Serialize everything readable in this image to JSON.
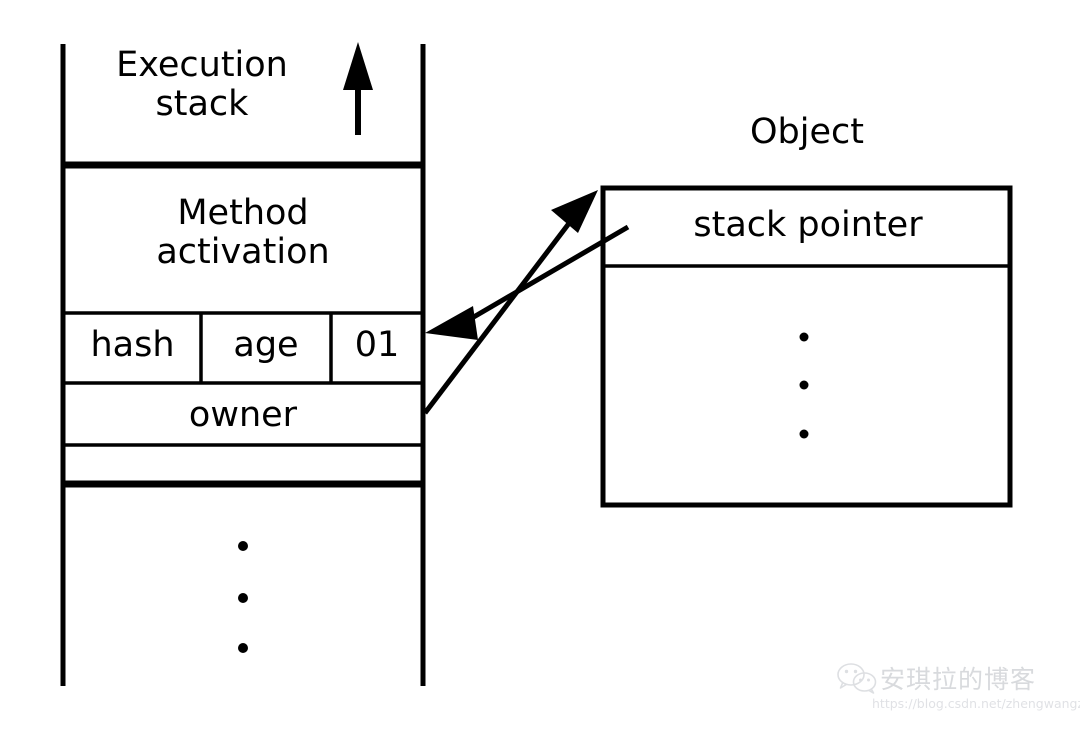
{
  "diagram": {
    "title": "Execution stack and Object with stack pointer",
    "stroke_color": "#000000",
    "background_color": "#ffffff"
  },
  "execution_stack": {
    "title": "Execution\nstack",
    "direction_arrow": "up-arrow-icon",
    "frame": {
      "name_label": "Method\nactivation",
      "fields_row": [
        {
          "label": "hash"
        },
        {
          "label": "age"
        },
        {
          "label": "01"
        }
      ],
      "owner_slot": "owner",
      "empty_slot": ""
    },
    "continuation_dots": "vertical-ellipsis"
  },
  "object": {
    "title": "Object",
    "header_field": "stack pointer",
    "body_dots": "vertical-ellipsis"
  },
  "arrows": [
    {
      "name": "object-to-frame-arrow",
      "from": "stack pointer field",
      "to": "method activation frame edge",
      "direction": "left-down"
    },
    {
      "name": "frame-to-object-arrow",
      "from": "owner slot edge",
      "to": "object top-left corner",
      "direction": "right-up"
    }
  ],
  "watermark": {
    "icon": "wechat-icon",
    "brand": "安琪拉的博客",
    "url": "https://blog.csdn.net/zhengwangzw"
  }
}
